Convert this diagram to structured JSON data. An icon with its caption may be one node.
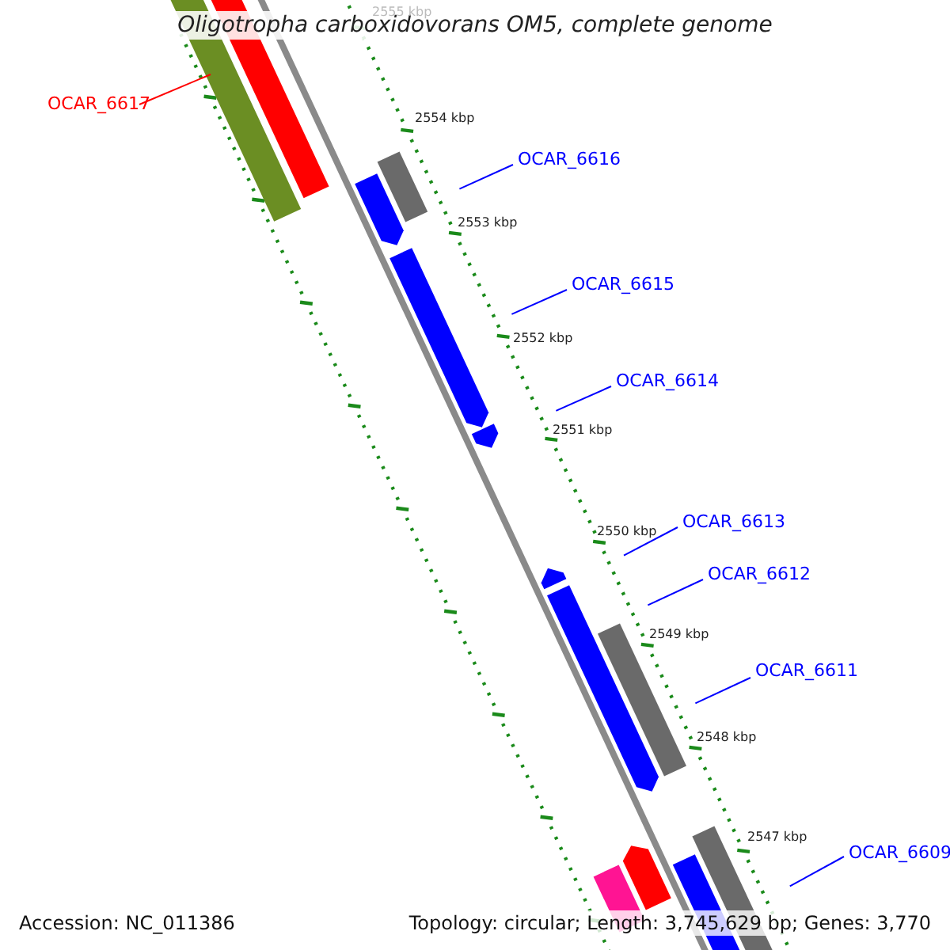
{
  "diagram": {
    "title": "Oligotropha carboxidovorans OM5, complete genome",
    "nodes": [
      {
        "text": [
          "OCAR_6617"
        ]
      },
      {
        "text": [
          "OCAR_6616"
        ]
      },
      {
        "text": [
          "OCAR_6615"
        ]
      },
      {
        "text": [
          "OCAR_6614"
        ]
      },
      {
        "text": [
          "OCAR_6613"
        ]
      },
      {
        "text": [
          "OCAR_6612"
        ]
      },
      {
        "text": [
          "OCAR_6611"
        ]
      },
      {
        "text": [
          "OCAR_6609"
        ]
      }
    ],
    "edges": [
      {
        "from": 0,
        "to": null,
        "arrow": "none",
        "color": "#ff0000"
      },
      {
        "from": 1,
        "to": null,
        "arrow": "none"
      },
      {
        "from": 2,
        "to": null,
        "arrow": "none"
      },
      {
        "from": 3,
        "to": null,
        "arrow": "none"
      },
      {
        "from": 4,
        "to": null,
        "arrow": "none"
      },
      {
        "from": 5,
        "to": null,
        "arrow": "none"
      },
      {
        "from": 6,
        "to": null,
        "arrow": "none"
      },
      {
        "from": 7,
        "to": null,
        "arrow": "none"
      }
    ],
    "labels": [
      "2555 kbp",
      "2554 kbp",
      "2553 kbp",
      "2552 kbp",
      "2551 kbp",
      "2550 kbp",
      "2549 kbp",
      "2548 kbp",
      "2547 kbp",
      "Accession: NC_011386",
      "Topology: circular; Length: 3,745,629 bp; Genes: 3,770"
    ]
  }
}
